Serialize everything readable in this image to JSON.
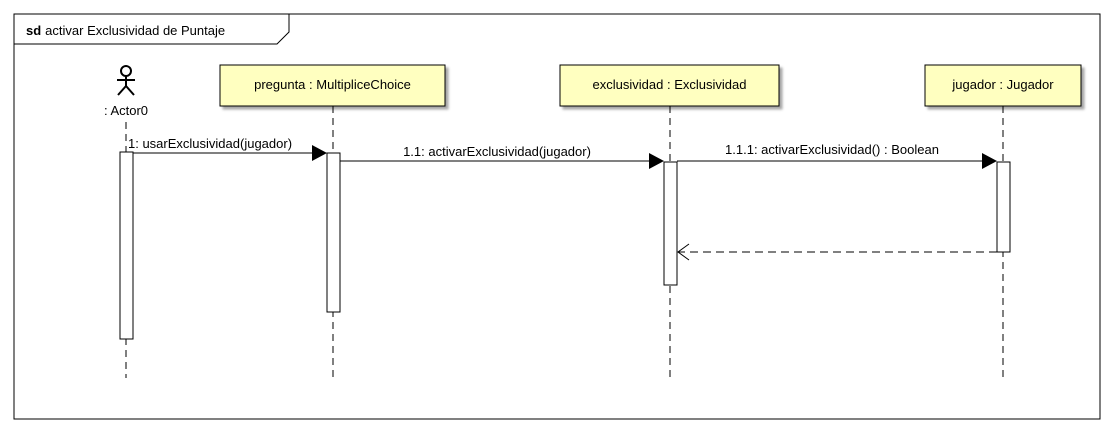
{
  "frame": {
    "keyword": "sd",
    "title": "activar Exclusividad de Puntaje"
  },
  "actor": {
    "label": ": Actor0"
  },
  "lifelines": [
    {
      "id": "pregunta",
      "label": "pregunta : MultipliceChoice"
    },
    {
      "id": "exclusividad",
      "label": "exclusividad : Exclusividad"
    },
    {
      "id": "jugador",
      "label": "jugador : Jugador"
    }
  ],
  "messages": [
    {
      "id": "m1",
      "label": "1: usarExclusividad(jugador)",
      "from": "actor",
      "to": "pregunta",
      "kind": "sync"
    },
    {
      "id": "m2",
      "label": "1.1: activarExclusividad(jugador)",
      "from": "pregunta",
      "to": "exclusividad",
      "kind": "sync"
    },
    {
      "id": "m3",
      "label": "1.1.1: activarExclusividad() : Boolean",
      "from": "exclusividad",
      "to": "jugador",
      "kind": "sync"
    },
    {
      "id": "m4",
      "label": "",
      "from": "jugador",
      "to": "exclusividad",
      "kind": "return"
    }
  ],
  "colors": {
    "lifeline_head_fill": "#ffffc0",
    "line": "#000000",
    "background": "#ffffff"
  }
}
